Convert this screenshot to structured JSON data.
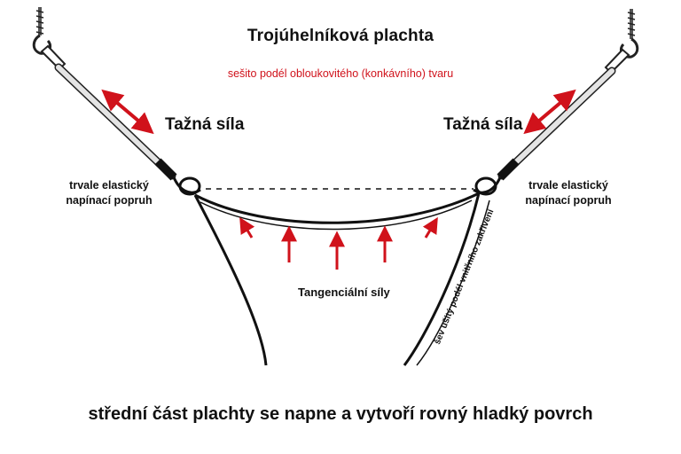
{
  "title": "Trojúhelníková plachta",
  "subtitle": "sešito podél obloukovitého (konkávního) tvaru",
  "force_left": "Tažná síla",
  "force_right": "Tažná síla",
  "strap_left": {
    "line1": "trvale elastický",
    "line2": "napínací popruh"
  },
  "strap_right": {
    "line1": "trvale elastický",
    "line2": "napínací popruh"
  },
  "tangential": "Tangenciální síly",
  "seam": "šev ušitý podél vnitřního zakřivení",
  "bottom_caption": "střední část plachty se napne a vytvoří rovný hladký povrch",
  "colors": {
    "arrow": "#d0121b",
    "ink": "#111111",
    "strap": "#cfcfcf"
  },
  "icons": [
    "wall-hook-icon",
    "tension-arrow-icon",
    "ring-icon"
  ]
}
